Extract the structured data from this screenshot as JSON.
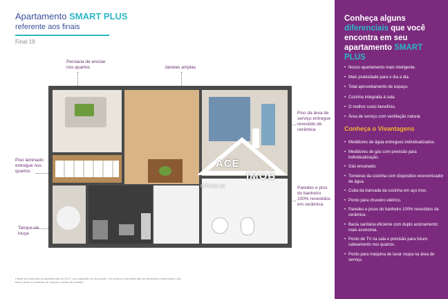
{
  "header": {
    "title_prefix": "Apartamento",
    "title_highlight": "SMART PLUS",
    "subtitle": "referente aos finais",
    "final_label": "Final 19"
  },
  "labels": {
    "persiana": "Persiana de enrolar nos quartos",
    "janelas": "Janelas amplas",
    "piso_area": "Piso da área de serviço entregue revestido de cerâmica",
    "piso_laminado": "Piso laminado entregue nos quartos",
    "paredes_banheiro": "Paredes e piso do banheiro 100% revestidos em cerâmica",
    "tanque": "Tanque de louça"
  },
  "disclaimer": "Planta tipo ilustrada do apartamento de 37m², com sugestão de decoração. Os móveis e utensílios são de dimensões comerciais e não fazem parte do contrato de compra e venda da unidade.",
  "watermark": {
    "text1": "ACE",
    "text2": "IMOB",
    "sub": "O Ponto alt"
  },
  "sidebar": {
    "title_line1": "Conheça alguns",
    "title_highlight": "diferenciais",
    "title_line2": "que você encontra em seu apartamento",
    "title_product": "SMART PLUS",
    "items": [
      "Nosso apartamento mais inteligente.",
      "Mais praticidade para o dia a dia.",
      "Total aproveitamento de espaço.",
      "Cozinha integrada à sala.",
      "O melhor custo benefício.",
      "Área de serviço com ventilação natural."
    ],
    "vantagens_title": "Conheça o Vivantagens",
    "vantagens": [
      "Medidores de água entregues individualizados.",
      "Medidores de gás com previsão para individualização.",
      "Gás encanado.",
      "Torneiras da cozinha com dispositivo economizador de água.",
      "Cuba da bancada da cozinha em aço inox.",
      "Ponto para chuveiro elétrico.",
      "Paredes e pisos do banheiro 100% revestidos de cerâmica.",
      "Bacia sanitária eficiente com duplo acionamento: mais economia.",
      "Ponto de TV na sala e previsão para futuro cabeamento nos quartos.",
      "Ponto para máquina de lavar roupa na área de serviço."
    ]
  },
  "colors": {
    "sidebar_bg": "#7b2a7e",
    "accent_teal": "#2db7c6",
    "accent_orange": "#f4b12b",
    "title_blue": "#3a4f9a"
  }
}
